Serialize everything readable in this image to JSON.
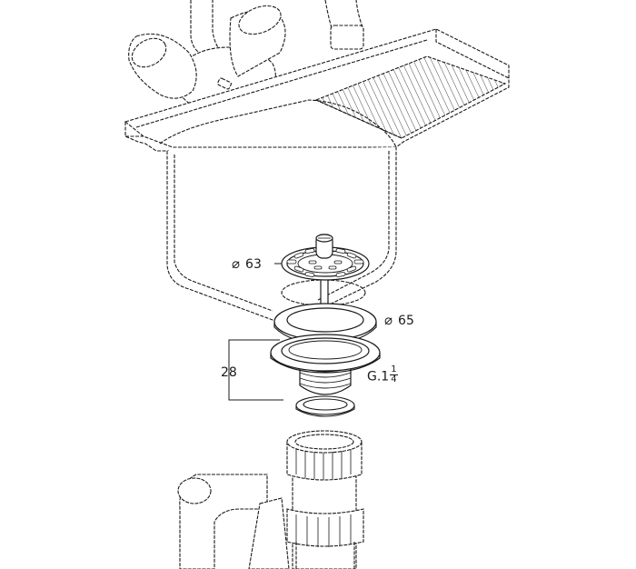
{
  "labels": {
    "strainer_diameter": {
      "symbol": "⌀",
      "value": "63"
    },
    "flange_diameter": {
      "symbol": "⌀",
      "value": "65"
    },
    "height": {
      "value": "28"
    },
    "thread": {
      "prefix": "G.1",
      "num": "1",
      "den": "4"
    }
  },
  "colors": {
    "line": "#1a1a1a",
    "hidden": "#555555",
    "fill": "#ffffff"
  }
}
